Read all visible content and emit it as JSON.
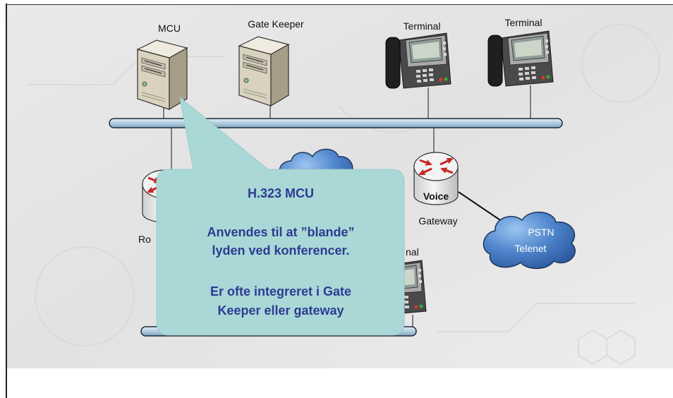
{
  "slide": {
    "nodes": {
      "mcu": {
        "label": "MCU",
        "icon": "server-icon"
      },
      "gate_keeper": {
        "label": "Gate Keeper",
        "icon": "server-icon"
      },
      "terminal_top_left": {
        "label": "Terminal",
        "icon": "ip-phone-icon"
      },
      "terminal_top_right": {
        "label": "Terminal",
        "icon": "ip-phone-icon"
      },
      "router": {
        "label": "Ro",
        "icon": "router-icon"
      },
      "network_cloud": {
        "icon": "cloud-icon"
      },
      "gateway": {
        "label": "Gateway",
        "device_text": "Voice",
        "icon": "router-icon"
      },
      "pstn": {
        "line1": "PSTN",
        "line2": "Telenet",
        "icon": "cloud-icon"
      },
      "terminal_bottom": {
        "label": "nal",
        "icon": "ip-phone-icon"
      }
    },
    "callout": {
      "title": "H.323 MCU",
      "paragraph1": [
        "Anvendes til at ”blande”",
        "lyden ved konferencer."
      ],
      "paragraph2": [
        "Er ofte integreret i Gate",
        "Keeper eller gateway"
      ]
    }
  },
  "colors": {
    "callout_fill": "#a9d8d7",
    "callout_text": "#2e3b92",
    "network_bus": "#a9c8dc",
    "cloud": "#3c74bd",
    "router_arrows": "#d42020"
  }
}
